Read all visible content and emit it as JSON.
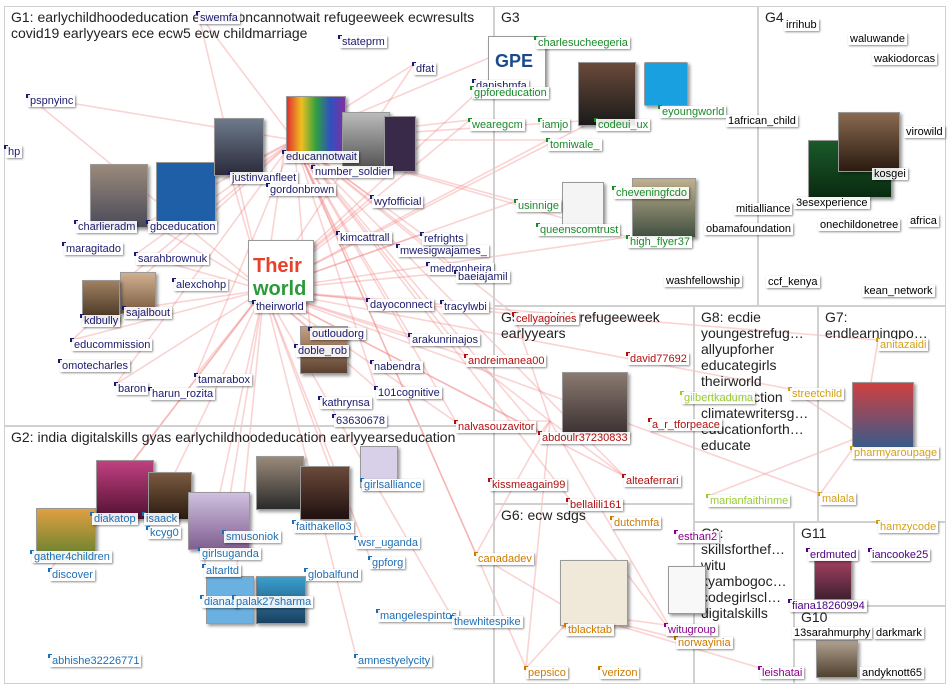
{
  "colors": {
    "g1": "#1a1a6e",
    "g2": "#1f6fb5",
    "g3": "#1a8a2a",
    "g5": "#b01010",
    "g6": "#cc7a00",
    "g7": "#d4a017",
    "g8": "#9acd32",
    "g9": "#8b008b",
    "g11": "#4b0082",
    "edge": "#f08080"
  },
  "groups": {
    "g1": {
      "label": "G1:",
      "keywords": "earlychildhoodeducation educationcannotwait refugeeweek ecwresults covid19 earlyyears ece ecw5 ecw childmarriage"
    },
    "g2": {
      "label": "G2:",
      "keywords": "india digitalskills gyas earlychildhoodeducation earlyyearseducation"
    },
    "g3": {
      "label": "G3"
    },
    "g4": {
      "label": "G4"
    },
    "g5": {
      "label": "G5:",
      "keywords": "covid19 refugeeweek earlyyears"
    },
    "g6": {
      "label": "G6:",
      "keywords": "ecw sdgs"
    },
    "g7": {
      "label": "G7:",
      "keywords": "endlearningpo…"
    },
    "g8": {
      "label": "G8:",
      "keywords": "ecdie\nyoungestrefug…\nallyupforher\neducategirls\ntheirworld\nclimateaction\nclimatewritersg…\neducationforth…\neducate"
    },
    "g9": {
      "label": "G9:",
      "keywords": "skillsforthef…\nwitu\nkyambogoc…\ncodegirlscl…\ndigitalskills"
    },
    "g10": {
      "label": "G10"
    },
    "g11": {
      "label": "G11"
    }
  },
  "nodes": {
    "g1": [
      "swemfa",
      "stateprm",
      "dfat",
      "danishmfa",
      "pspnyinc",
      "hp",
      "educannotwait",
      "number_soldier",
      "justinvanfleet",
      "gordonbrown",
      "wyfofficial",
      "charlieradm",
      "gbceducation",
      "maragitado",
      "sarahbrownuk",
      "alexchohp",
      "kimcattrall",
      "mwesigwajames_",
      "refrights",
      "medronheira",
      "baeiajamil",
      "theirworld",
      "kdbully",
      "sajalbout",
      "dayoconnect",
      "tracylwbi",
      "educommission",
      "omotecharles",
      "outloudorg",
      "doble_rob",
      "arakunrinajos",
      "nabendra",
      "baron",
      "harun_rozita",
      "tamarabox",
      "kathrynsa",
      "101cognitive",
      "63630678"
    ],
    "g2": [
      "diakatop",
      "isaack",
      "kcyg0",
      "gather4children",
      "discover",
      "faithakello3",
      "wsr_uganda",
      "girlsuganda",
      "gpforg",
      "globalfund",
      "altarltd",
      "dianaa",
      "palak27sharma",
      "mangelespintos",
      "thewhitespike",
      "abhishe32226771",
      "amnestyelycity",
      "girlsalliance",
      "smusoniok"
    ],
    "g3": [
      "charlesucheegeria",
      "gpforeducation",
      "wearegcm",
      "iamjo",
      "codeui_ux",
      "eyoungworld",
      "tomiwale_",
      "cheveningfcdo",
      "usinnige",
      "queenscomtrust",
      "high_flyer37"
    ],
    "g4": [
      "irrihub",
      "waluwande",
      "wakiodorcas",
      "1african_child",
      "mitialliance",
      "3esexperience",
      "onechildonetree",
      "obamafoundation",
      "washfellowship",
      "ccf_kenya",
      "kean_network",
      "africa",
      "kosgei",
      "virowild"
    ],
    "g5": [
      "andreimanea00",
      "david77692",
      "abdoulr37230833",
      "a_r_tforpeace",
      "nalvasouzavitor",
      "kissmeagain99",
      "alteaferrari",
      "bellalili161",
      "cellyagoines"
    ],
    "g6": [
      "canadadev",
      "tblacktab",
      "pepsico",
      "verizon",
      "norwayinia",
      "dutchmfa"
    ],
    "g7": [
      "anitazaidi",
      "pharmyaroupage",
      "malala",
      "hamzycode",
      "streetchild"
    ],
    "g8": [
      "marianfaithinme",
      "gilbertkaduma"
    ],
    "g9": [
      "witugroup",
      "esthan2",
      "leishatai"
    ],
    "g10": [
      "13sarahmurphy",
      "andyknott65",
      "darkmark"
    ],
    "g11": [
      "erdmuted",
      "iancooke25",
      "fiana18260994"
    ]
  }
}
